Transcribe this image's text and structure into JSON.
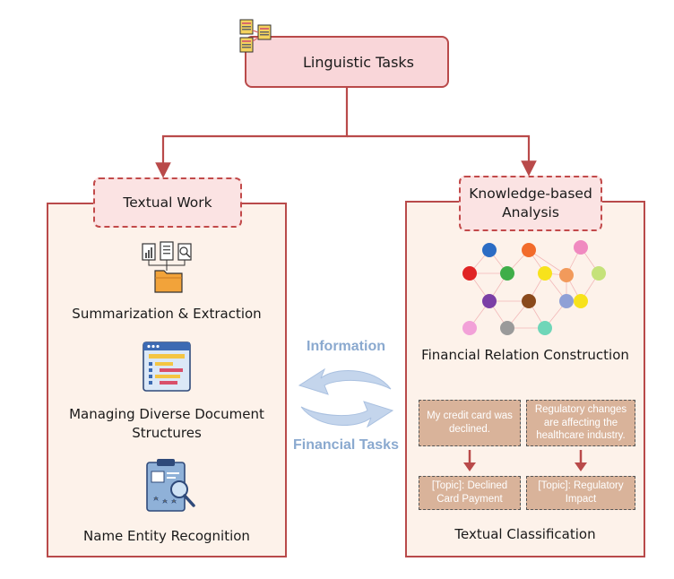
{
  "root": {
    "label": "Linguistic Tasks",
    "icon": "documents-icon"
  },
  "left": {
    "tag": "Textual Work",
    "items": [
      {
        "label": "Summarization & Extraction",
        "icon": "documents-folder-icon"
      },
      {
        "label": "Managing Diverse Document Structures",
        "icon": "document-layout-icon"
      },
      {
        "label": "Name Entity Recognition",
        "icon": "clipboard-search-icon"
      }
    ]
  },
  "right": {
    "tag": "Knowledge-based Analysis",
    "graph_label": "Financial Relation Construction",
    "examples": [
      {
        "text": "My credit card was declined.",
        "topic": "[Topic]: Declined Card Payment"
      },
      {
        "text": "Regulatory changes are affecting the healthcare industry.",
        "topic": "[Topic]: Regulatory Impact"
      }
    ],
    "bottom_label": "Textual Classification"
  },
  "middle": {
    "top": "Information",
    "bottom": "Financial Tasks"
  },
  "colors": {
    "accent": "#b94a4a",
    "panel": "#fdf2ea",
    "root_fill": "#f9d6d9",
    "tag_fill": "#fbe3e3",
    "example_fill": "#d9b39a",
    "arrow_blue": "#b8cce8",
    "text_blue": "#8aa9cf"
  }
}
